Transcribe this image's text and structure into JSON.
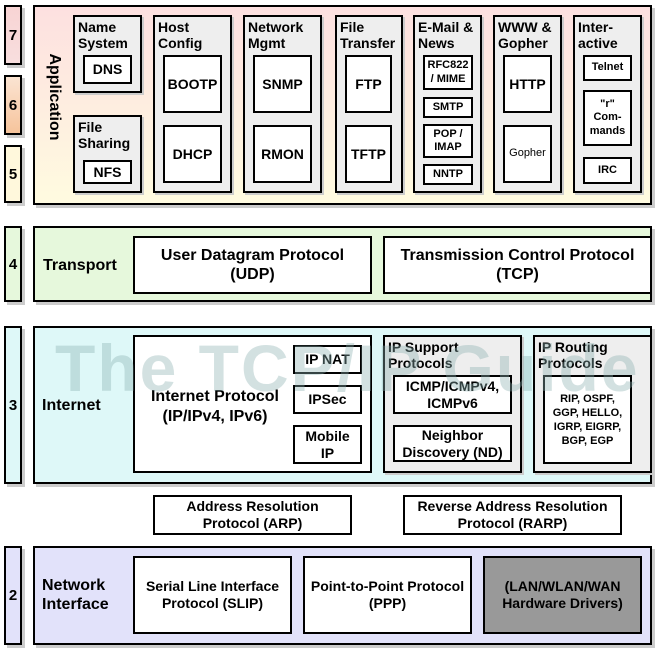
{
  "watermark": "The TCP/IP Guide",
  "colors": {
    "application_top": "#fde0e0",
    "application_bottom": "#fffbe0",
    "transport": "#e6f8dc",
    "internet": "#def8f8",
    "network_interface": "#e2e2fa",
    "group": "#eeeeee",
    "drivers": "#999999"
  },
  "layer_numbers": [
    "7",
    "6",
    "5",
    "4",
    "3",
    "2"
  ],
  "application": {
    "label": "Application",
    "groups": {
      "name_system": {
        "title": "Name System",
        "items": [
          "DNS"
        ]
      },
      "file_sharing": {
        "title": "File Sharing",
        "items": [
          "NFS"
        ]
      },
      "host_config": {
        "title": "Host Config",
        "items": [
          "BOOTP",
          "DHCP"
        ]
      },
      "network_mgmt": {
        "title": "Network Mgmt",
        "items": [
          "SNMP",
          "RMON"
        ]
      },
      "file_transfer": {
        "title": "File Transfer",
        "items": [
          "FTP",
          "TFTP"
        ]
      },
      "email_news": {
        "title": "E-Mail & News",
        "items": [
          "RFC822 / MIME",
          "SMTP",
          "POP / IMAP",
          "NNTP"
        ]
      },
      "www_gopher": {
        "title": "WWW & Gopher",
        "items": [
          "HTTP",
          "Gopher"
        ]
      },
      "interactive": {
        "title": "Inter-active",
        "items": [
          "Telnet",
          "\"r\" Com-mands",
          "IRC"
        ]
      }
    }
  },
  "transport": {
    "label": "Transport",
    "protocols": [
      "User Datagram Protocol (UDP)",
      "Transmission Control Protocol (TCP)"
    ]
  },
  "internet": {
    "label": "Internet",
    "ip": "Internet Protocol (IP/IPv4, IPv6)",
    "ip_items": [
      "IP NAT",
      "IPSec",
      "Mobile IP"
    ],
    "support": {
      "title": "IP Support Protocols",
      "items": [
        "ICMP/ICMPv4, ICMPv6",
        "Neighbor Discovery (ND)"
      ]
    },
    "routing": {
      "title": "IP Routing Protocols",
      "items": [
        "RIP, OSPF, GGP, HELLO, IGRP, EIGRP, BGP, EGP"
      ]
    }
  },
  "address_resolution": [
    "Address Resolution Protocol (ARP)",
    "Reverse Address Resolution Protocol (RARP)"
  ],
  "network_interface": {
    "label": "Network Interface",
    "protocols": [
      "Serial Line Interface Protocol (SLIP)",
      "Point-to-Point Protocol (PPP)",
      "(LAN/WLAN/WAN Hardware Drivers)"
    ]
  }
}
